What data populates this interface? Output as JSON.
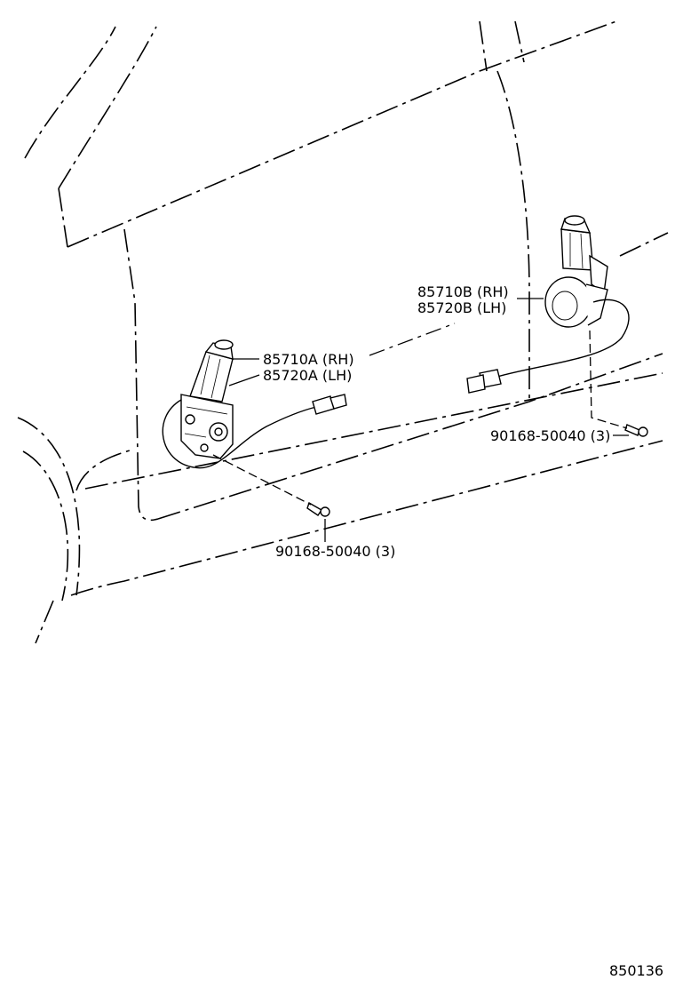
{
  "diagram": {
    "reference_number": "850136",
    "callouts": {
      "motor_a": {
        "line1": "85710A (RH)",
        "line2": "85720A (LH)"
      },
      "motor_b": {
        "line1": "85710B (RH)",
        "line2": "85720B (LH)"
      },
      "screw_front": "90168-50040 (3)",
      "screw_rear": "90168-50040 (3)"
    }
  }
}
